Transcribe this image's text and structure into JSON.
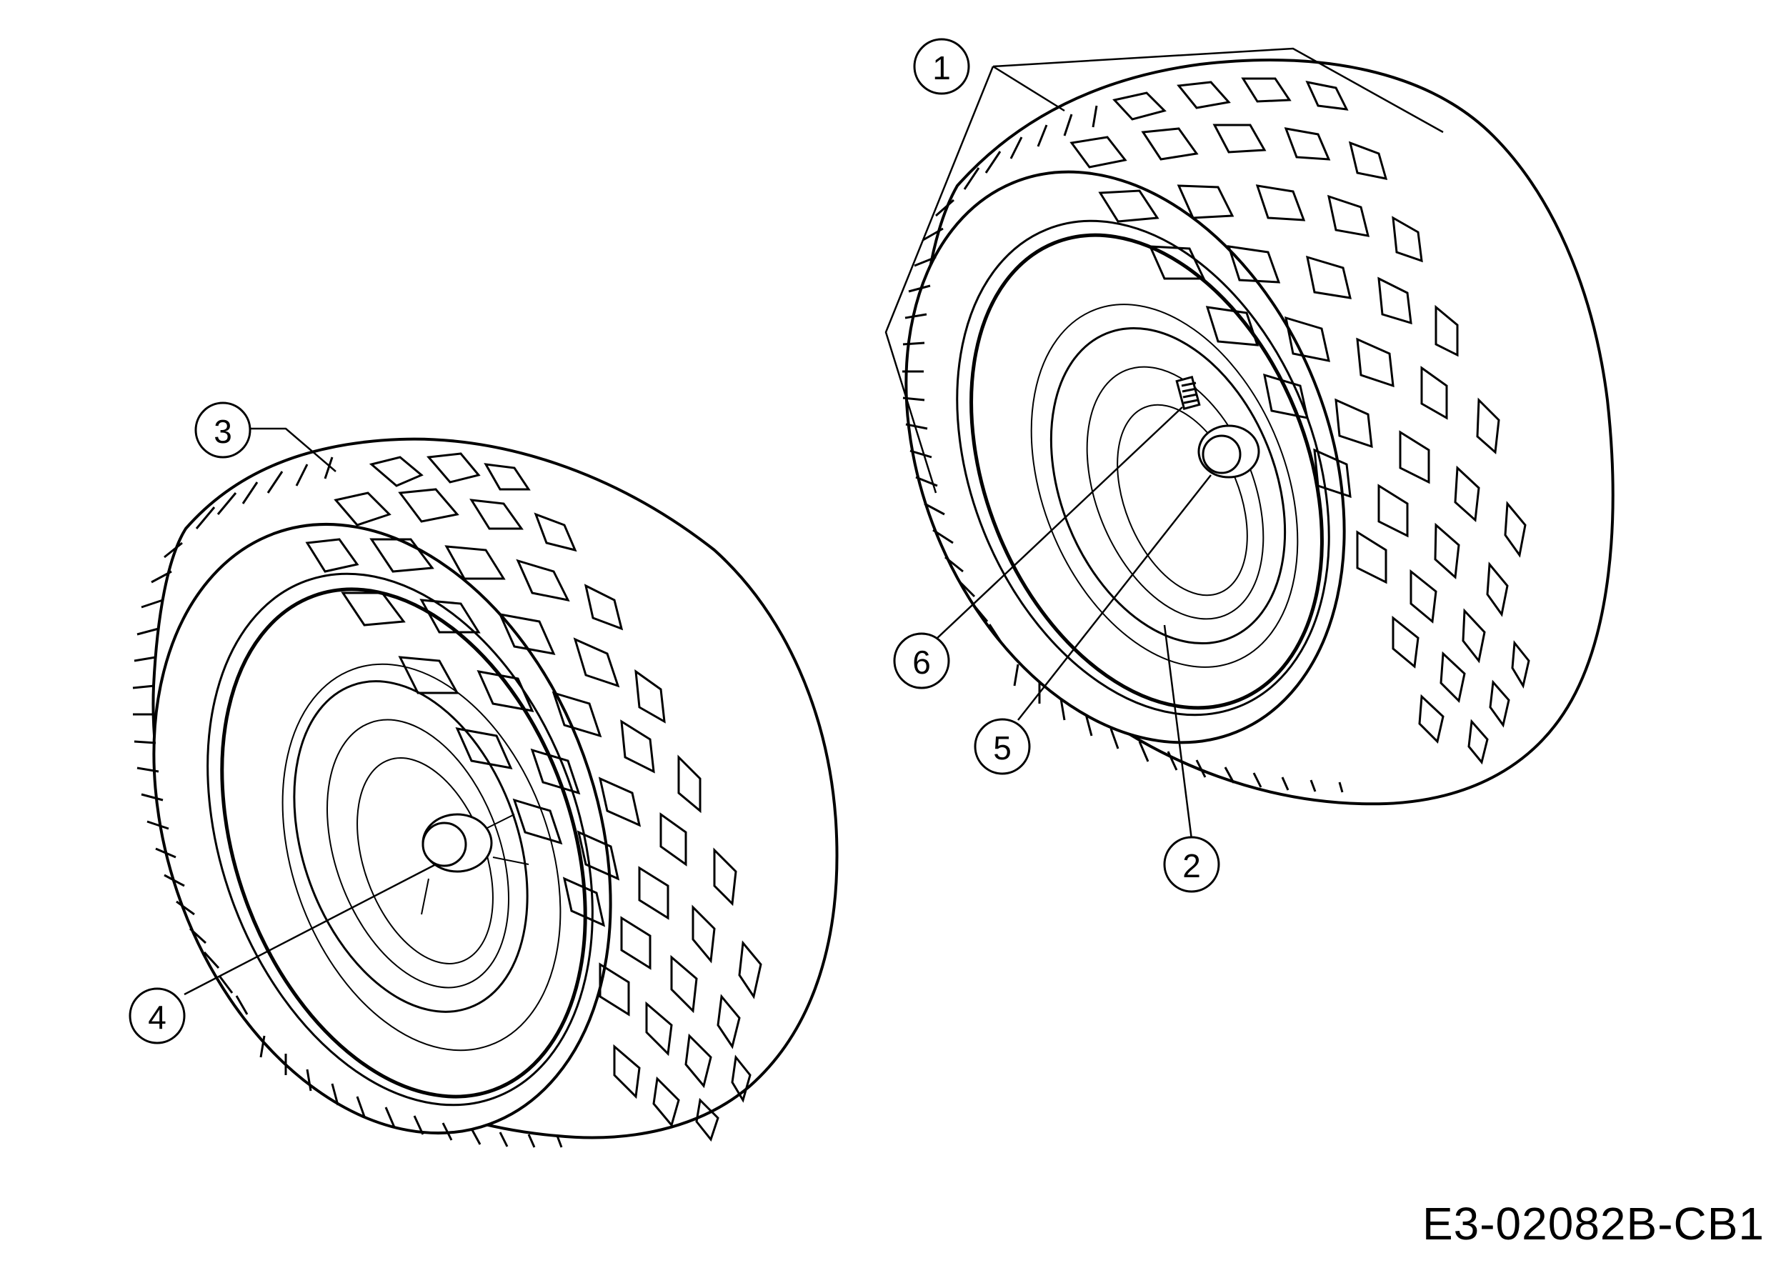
{
  "diagram": {
    "drawing_code": "E3-02082B-CB1",
    "callouts": [
      {
        "id": "c1",
        "label": "1"
      },
      {
        "id": "c2",
        "label": "2"
      },
      {
        "id": "c3",
        "label": "3"
      },
      {
        "id": "c4",
        "label": "4"
      },
      {
        "id": "c5",
        "label": "5"
      },
      {
        "id": "c6",
        "label": "6"
      }
    ],
    "line_color": "#000000",
    "background": "#ffffff"
  }
}
